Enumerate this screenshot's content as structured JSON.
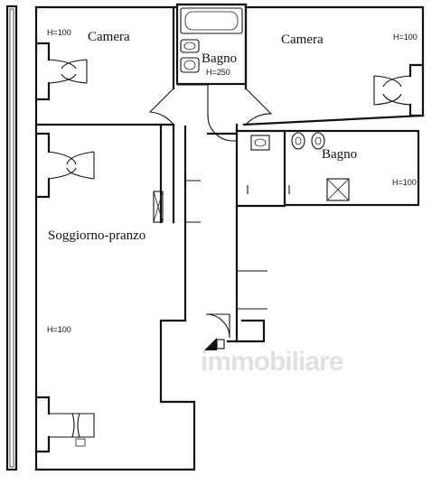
{
  "rooms": {
    "camera_left": "Camera",
    "camera_right": "Camera",
    "bagno_top": "Bagno",
    "bagno_right": "Bagno",
    "soggiorno": "Soggiorno-pranzo"
  },
  "heights": {
    "camera_left": "H=100",
    "camera_right": "H=100",
    "bagno_top": "H=250",
    "bagno_right": "H=100",
    "soggiorno": "H=100"
  },
  "watermark": "immobiliare"
}
